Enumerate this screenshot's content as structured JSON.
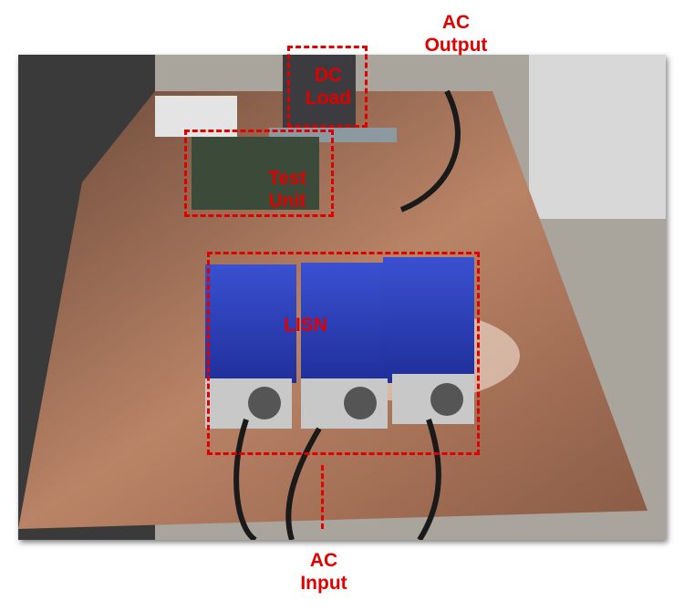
{
  "labels": {
    "ac_output": [
      "AC",
      "Output"
    ],
    "dc_load": [
      "DC",
      "Load"
    ],
    "test_unit": [
      "Test",
      "Unit"
    ],
    "lisn": "LISN",
    "ac_input": [
      "AC",
      "Input"
    ]
  },
  "colors": {
    "annotation": "#e00000",
    "copper": "#b07a5e",
    "lisn_blue": "#2b3fb8"
  }
}
